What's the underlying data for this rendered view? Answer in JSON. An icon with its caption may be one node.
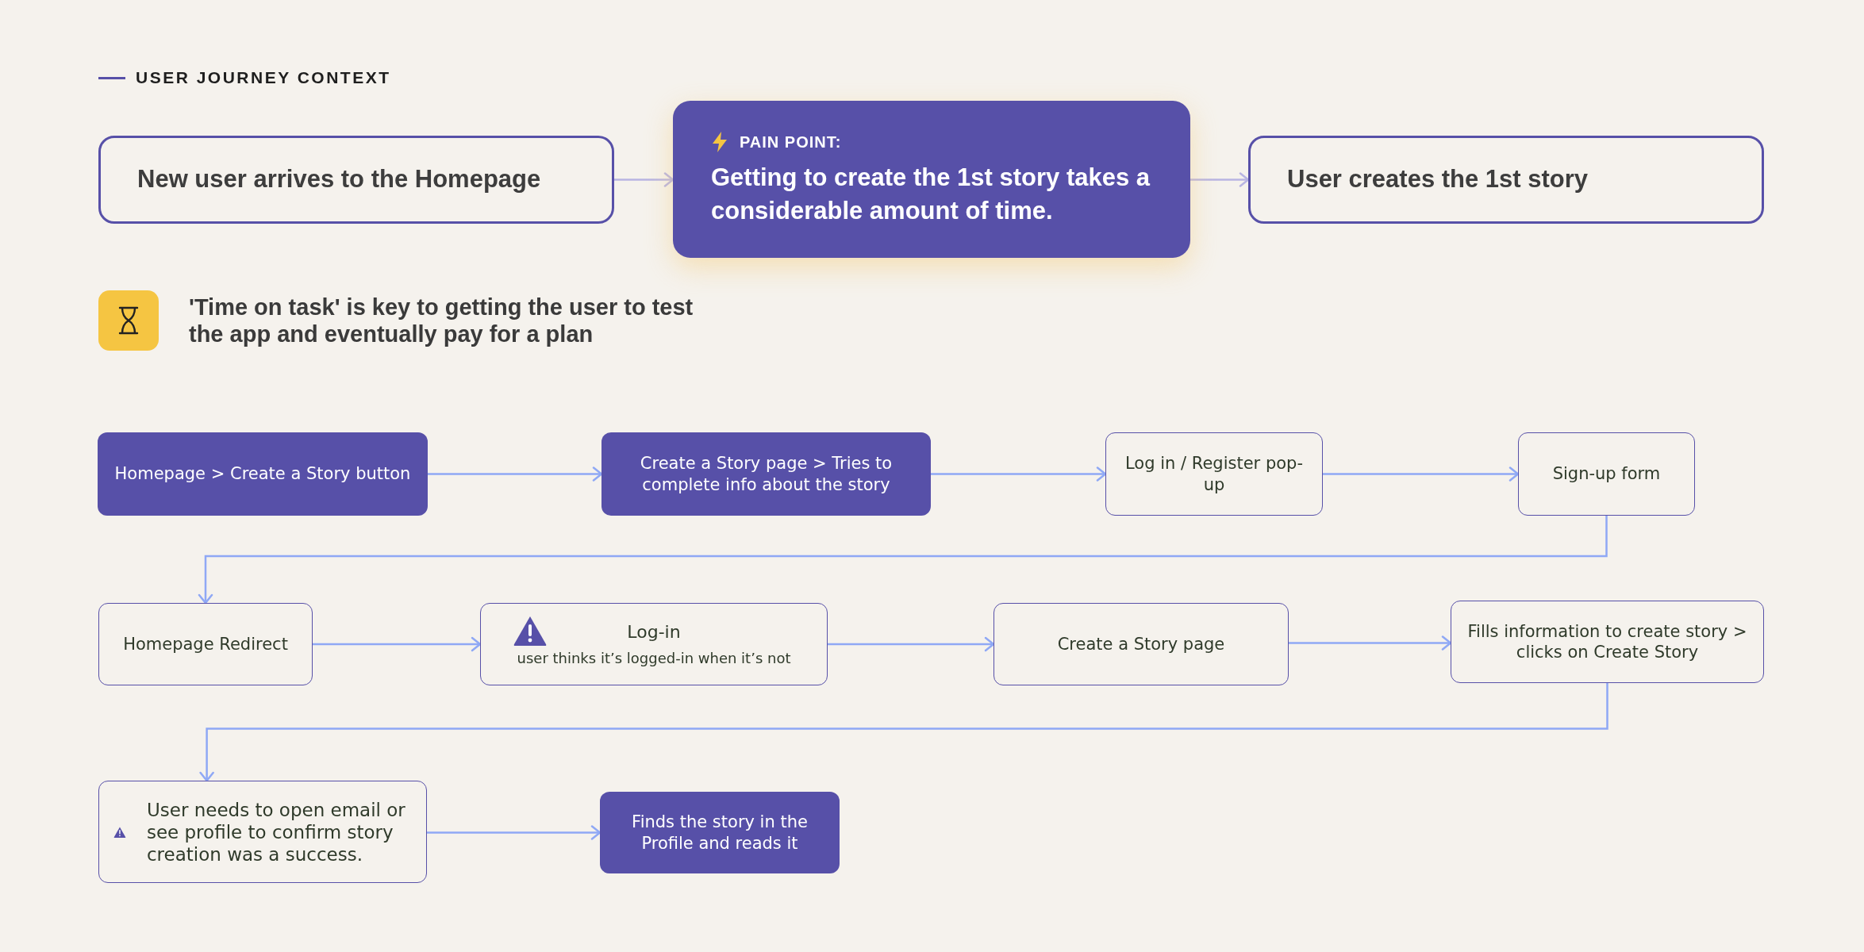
{
  "diagram": {
    "title": "USER JOURNEY CONTEXT",
    "nodes": [
      {
        "text": [
          "New user arrives to the Homepage"
        ]
      },
      {
        "text": [
          "PAIN POINT:",
          "Getting to create the 1st story takes a considerable amount of time."
        ]
      },
      {
        "text": [
          "User creates the 1st story"
        ]
      },
      {
        "text": [
          "Homepage > Create a Story button"
        ]
      },
      {
        "text": [
          "Create a Story page > Tries to complete info about the story"
        ]
      },
      {
        "text": [
          "Log in / Register pop-up"
        ]
      },
      {
        "text": [
          "Sign-up form"
        ]
      },
      {
        "text": [
          "Homepage Redirect"
        ]
      },
      {
        "text": [
          "Log-in",
          "user thinks it’s logged-in when it’s not"
        ]
      },
      {
        "text": [
          "Create a Story page"
        ]
      },
      {
        "text": [
          "Fills information to create story > clicks on Create Story"
        ]
      },
      {
        "text": [
          "User needs to open email or see profile to confirm story creation was a success."
        ]
      },
      {
        "text": [
          "Finds the story in the Profile and reads it"
        ]
      }
    ],
    "edges": [
      {
        "from": 0,
        "to": 1,
        "arrow": "to",
        "color": "#b8b4e2"
      },
      {
        "from": 1,
        "to": 2,
        "arrow": "to",
        "color": "#b8b4e2"
      },
      {
        "from": 3,
        "to": 4,
        "arrow": "to"
      },
      {
        "from": 4,
        "to": 5,
        "arrow": "to"
      },
      {
        "from": 5,
        "to": 6,
        "arrow": "to"
      },
      {
        "from": 6,
        "to": 7,
        "arrow": "to"
      },
      {
        "from": 7,
        "to": 8,
        "arrow": "to"
      },
      {
        "from": 8,
        "to": 9,
        "arrow": "to"
      },
      {
        "from": 9,
        "to": 10,
        "arrow": "to"
      },
      {
        "from": 10,
        "to": 11,
        "arrow": "to"
      },
      {
        "from": 11,
        "to": 12,
        "arrow": "to"
      }
    ],
    "labels": [
      "'Time on task' is key to getting the user to test the app and eventually pay for a plan"
    ]
  }
}
